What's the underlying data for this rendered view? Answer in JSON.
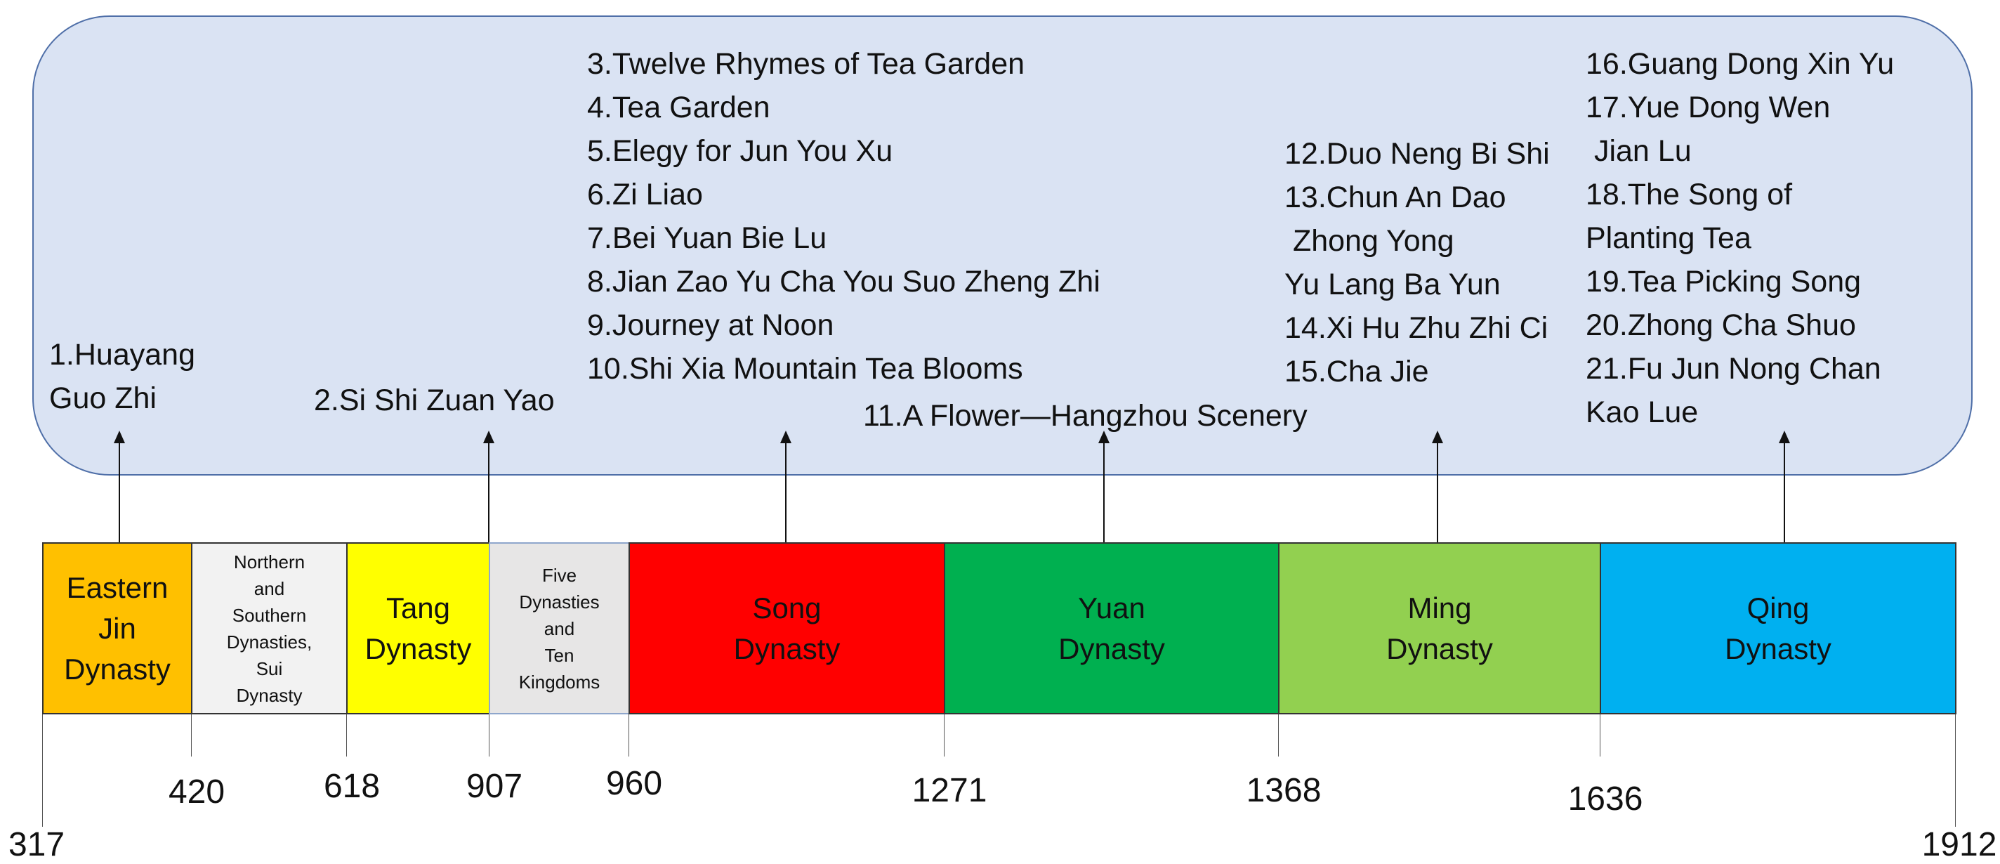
{
  "colors": {
    "box_fill": "#DAE3F3",
    "box_border": "#4F6FA8"
  },
  "works": {
    "g1": [
      "1.Huayang",
      "Guo Zhi"
    ],
    "g2": [
      "2.Si Shi Zuan Yao"
    ],
    "g3": [
      "3.Twelve Rhymes of Tea Garden",
      "4.Tea Garden",
      "5.Elegy for Jun You Xu",
      "6.Zi Liao",
      "7.Bei Yuan Bie Lu",
      "8.Jian Zao Yu Cha You Suo Zheng Zhi",
      "9.Journey at Noon",
      "10.Shi Xia Mountain Tea Blooms"
    ],
    "g4": [
      "11.A Flower—Hangzhou Scenery"
    ],
    "g5": [
      "12.Duo Neng Bi Shi",
      "13.Chun An Dao",
      " Zhong Yong",
      "Yu Lang Ba Yun",
      "14.Xi Hu Zhu Zhi Ci",
      "15.Cha Jie"
    ],
    "g6": [
      "16.Guang Dong Xin Yu",
      "17.Yue Dong Wen",
      " Jian Lu",
      "18.The Song of",
      "Planting Tea",
      "19.Tea Picking Song",
      "20.Zhong Cha Shuo",
      "21.Fu Jun Nong Chan",
      "Kao Lue"
    ]
  },
  "dynasties": [
    {
      "lines": [
        "Eastern",
        "Jin",
        "Dynasty"
      ],
      "color": "#FFC000"
    },
    {
      "lines": [
        "Northern",
        "and",
        "Southern",
        "Dynasties,",
        "Sui",
        "Dynasty"
      ],
      "color": "#F2F2F2"
    },
    {
      "lines": [
        "Tang",
        "Dynasty"
      ],
      "color": "#FFFF00"
    },
    {
      "lines": [
        "Five",
        "Dynasties",
        "and",
        "Ten",
        "Kingdoms"
      ],
      "color": "#E7E6E6"
    },
    {
      "lines": [
        "Song",
        "Dynasty"
      ],
      "color": "#FF0000"
    },
    {
      "lines": [
        "Yuan",
        "Dynasty"
      ],
      "color": "#00B050"
    },
    {
      "lines": [
        "Ming",
        "Dynasty"
      ],
      "color": "#92D050"
    },
    {
      "lines": [
        "Qing",
        "Dynasty"
      ],
      "color": "#00B0F0"
    }
  ],
  "years": [
    "317",
    "420",
    "618",
    "907",
    "960",
    "1271",
    "1368",
    "1636",
    "1912"
  ]
}
